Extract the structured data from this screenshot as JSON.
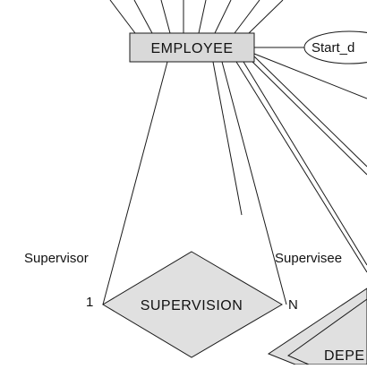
{
  "diagram": {
    "entity_employee": "EMPLOYEE",
    "attribute_start": "Start_d",
    "relationship_supervision": "SUPERVISION",
    "role_supervisor": "Supervisor",
    "role_supervisee": "Supervisee",
    "cardinality_left": "1",
    "cardinality_right": "N",
    "partial_entity": "DEPE",
    "colors": {
      "entity_fill": "#d9d9d9",
      "relationship_fill": "#e0e0e0",
      "line": "#1a1a1a",
      "background": "#ffffff"
    }
  }
}
